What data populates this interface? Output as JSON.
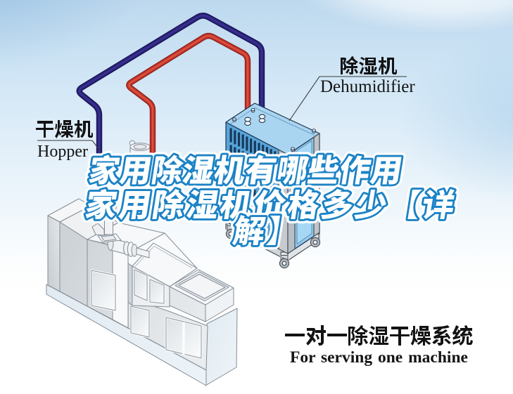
{
  "poster": {
    "title": {
      "line1": "家用除湿机有哪些作用",
      "line2": "家用除湿机价格多少【详",
      "line3": "解】",
      "text_fill": "#ffffff",
      "text_outline": "#1e87c9"
    },
    "callouts": {
      "hopper": {
        "zh": "干燥机",
        "en": "Hopper"
      },
      "dehumidifier": {
        "zh": "除湿机",
        "en": "Dehumidifier"
      }
    },
    "caption": {
      "zh": "一对一除湿干燥系统",
      "en": "For serving one machine"
    },
    "pipes": {
      "red_pipe_color": "#c63c30",
      "navy_pipe_color": "#2b2377"
    }
  }
}
